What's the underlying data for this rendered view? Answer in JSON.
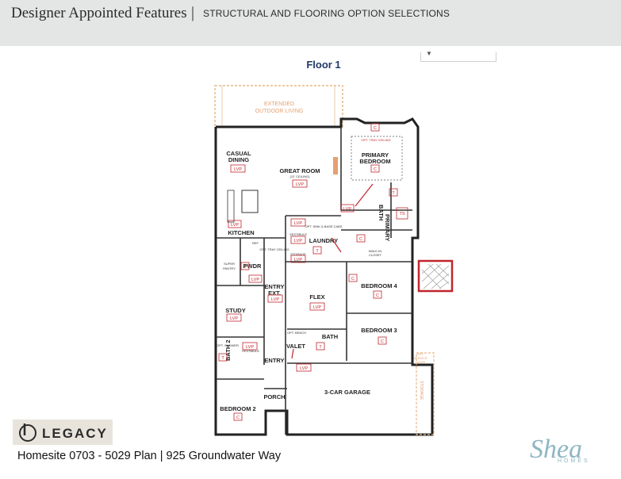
{
  "header": {
    "title": "Designer Appointed Features",
    "divider": "|",
    "subtitle": "STRUCTURAL AND FLOORING OPTION SELECTIONS"
  },
  "floor_title": "Floor 1",
  "plan": {
    "rooms": {
      "extended_outdoor_1": "EXTENDED",
      "extended_outdoor_2": "OUTDOOR LIVING",
      "casual_dining_1": "CASUAL",
      "casual_dining_2": "DINING",
      "great_room": "GREAT ROOM",
      "great_room_sub": "(12' CEILING)",
      "primary_bedroom_1": "PRIMARY",
      "primary_bedroom_2": "BEDROOM",
      "opt_tray_ceiling": "OPT. TRAY CEILING",
      "primary_bath_1": "PRIMARY",
      "primary_bath_2": "BATH",
      "kitchen": "KITCHEN",
      "laundry": "LAUNDRY",
      "walk_in_closet_1": "WALK-IN",
      "walk_in_closet_2": "CLOSET",
      "vestibule": "VESTIBULE",
      "opt_sink": "OPT. SINK & BASE CABS",
      "storage": "STORAGE",
      "opt_tray_ceiling_small": "OPT. TRAY CEILING",
      "super_pantry_1": "SUPER",
      "super_pantry_2": "PANTRY",
      "pwdr": "PWDR",
      "ref": "REF",
      "entry_ext_1": "ENTRY",
      "entry_ext_2": "EXT.",
      "flex": "FLEX",
      "bedroom4": "BEDROOM 4",
      "study": "STUDY",
      "bedroom3": "BEDROOM 3",
      "bath_right": "BATH",
      "valet": "VALET",
      "opt_bench": "OPT. BENCH",
      "opt_shower": "OPT. SHOWER",
      "vestibule2": "VESTIBULE",
      "entry": "ENTRY",
      "porch": "PORCH",
      "bath2": "BATH 2",
      "bedroom2": "BEDROOM 2",
      "garage": "3-CAR GARAGE",
      "storage_side": "STORAGE",
      "opt_service_door_1": "OPT.",
      "opt_service_door_2": "SERVICE",
      "opt_service_door_3": "DOOR"
    },
    "tags": {
      "lvp": "LVP",
      "c": "C",
      "t": "T",
      "ts": "TS"
    }
  },
  "footer": {
    "legacy": "LEGACY",
    "homesite": "Homesite 0703 - 5029 Plan | 925 Groundwater Way",
    "shea": "Shea",
    "shea_homes": "HOMES"
  },
  "colors": {
    "header_bg": "#e3e6e5",
    "tag_red": "#d0282e",
    "outdoor_tan": "#e6b88a",
    "floor_title": "#1f3a66",
    "shea_blue": "#8fb6c2"
  }
}
